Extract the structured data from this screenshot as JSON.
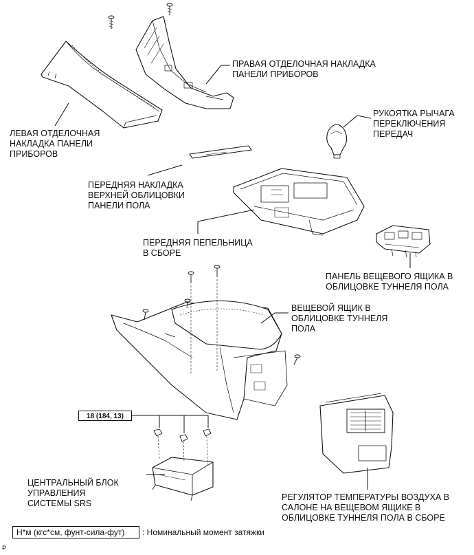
{
  "labels": {
    "right_trim": "ПРАВАЯ ОТДЕЛОЧНАЯ НАКЛАДКА\nПАНЕЛИ ПРИБОРОВ",
    "left_trim": "ЛЕВАЯ ОТДЕЛОЧНАЯ\nНАКЛАДКА ПАНЕЛИ\nПРИБОРОВ",
    "shift_knob": "РУКОЯТКА РЫЧАГА\nПЕРЕКЛЮЧЕНИЯ\nПЕРЕДАЧ",
    "front_cover": "ПЕРЕДНЯЯ НАКЛАДКА\nВЕРХНЕЙ ОБЛИЦОВКИ\nПАНЕЛИ ПОЛА",
    "ashtray": "ПЕРЕДНЯЯ ПЕПЕЛЬНИЦА\nВ СБОРЕ",
    "console_panel": "ПАНЕЛЬ ВЕЩЕВОГО ЯЩИКА В\nОБЛИЦОВКЕ ТУННЕЛЯ ПОЛА",
    "console_box": "ВЕЩЕВОЙ ЯЩИК В\nОБЛИЦОВКЕ ТУННЕЛЯ\nПОЛА",
    "srs_unit": "ЦЕНТРАЛЬНЫЙ БЛОК\nУПРАВЛЕНИЯ\nСИСТЕМЫ SRS",
    "air_regulator": "РЕГУЛЯТОР ТЕМПЕРАТУРЫ ВОЗДУХА В\nСАЛОНЕ НА ВЕЩЕВОМ ЯЩИКЕ В\nОБЛИЦОВКЕ ТУННЕЛЯ ПОЛА В СБОРЕ"
  },
  "torque_spec": "18 (184, 13)",
  "legend": {
    "unit": "Н*м (кгс*см, фунт-сила-фут)",
    "description": ": Номинальный момент затяжки"
  },
  "page_mark": "P"
}
